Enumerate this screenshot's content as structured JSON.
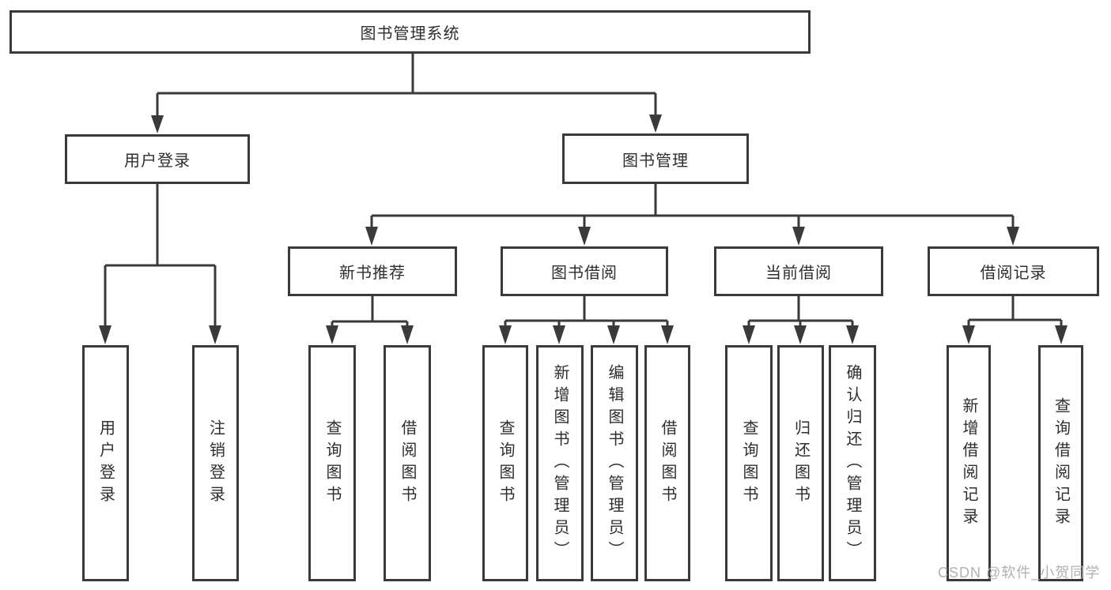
{
  "diagram": {
    "title": "图书管理系统",
    "root": {
      "label": "图书管理系统"
    },
    "level2": [
      {
        "label": "用户登录"
      },
      {
        "label": "图书管理"
      }
    ],
    "level3": [
      {
        "label": "新书推荐",
        "parent": "图书管理"
      },
      {
        "label": "图书借阅",
        "parent": "图书管理"
      },
      {
        "label": "当前借阅",
        "parent": "图书管理"
      },
      {
        "label": "借阅记录",
        "parent": "图书管理"
      }
    ],
    "leaves": [
      {
        "label": "用户登录",
        "parent": "用户登录"
      },
      {
        "label": "注销登录",
        "parent": "用户登录"
      },
      {
        "label": "查询图书",
        "parent": "新书推荐"
      },
      {
        "label": "借阅图书",
        "parent": "新书推荐"
      },
      {
        "label": "查询图书",
        "parent": "图书借阅"
      },
      {
        "label": "新增图书（管理员）",
        "parent": "图书借阅"
      },
      {
        "label": "编辑图书（管理员）",
        "parent": "图书借阅"
      },
      {
        "label": "借阅图书",
        "parent": "图书借阅"
      },
      {
        "label": "查询图书",
        "parent": "当前借阅"
      },
      {
        "label": "归还图书",
        "parent": "当前借阅"
      },
      {
        "label": "确认归还（管理员）",
        "parent": "当前借阅"
      },
      {
        "label": "新增借阅记录",
        "parent": "借阅记录"
      },
      {
        "label": "查询借阅记录",
        "parent": "借阅记录"
      }
    ],
    "watermark": {
      "text": "CSDN @软件_小贺同学"
    },
    "colors": {
      "line": "#3a3a3a",
      "text": "#2e2e2e",
      "watermark": "#b3b0af",
      "background": "#ffffff"
    }
  }
}
